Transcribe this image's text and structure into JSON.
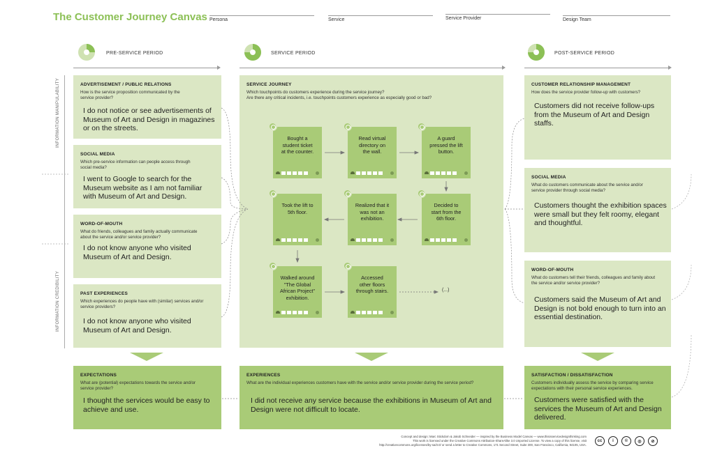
{
  "header": {
    "title": "The Customer Journey Canvas",
    "fields": [
      "Persona",
      "Service",
      "Service Provider",
      "Design Team"
    ]
  },
  "periods": {
    "pre": "PRE-SERVICE PERIOD",
    "service": "SERVICE PERIOD",
    "post": "POST-SERVICE PERIOD"
  },
  "side_labels": {
    "top": "INFORMATION MANIPULABILITY",
    "bottom": "INFORMATION CREDIBILITY"
  },
  "pre_boxes": [
    {
      "title": "ADVERTISEMENT / PUBLIC RELATIONS",
      "question": "How is the service proposition communicated by the service provider?",
      "answer": "I do not notice or see advertisements of Museum of Art and Design in magazines or on the streets."
    },
    {
      "title": "SOCIAL MEDIA",
      "question": "Which pre-service information can people access through social media?",
      "answer": "I went to Google to search for the Museum website as I am not familiar with Museum of Art and Design."
    },
    {
      "title": "WORD-OF-MOUTH",
      "question": "What do friends, colleagues and family actually communicate about the service and/or service provider?",
      "answer": "I do not know anyone who visited Museum of Art and Design."
    },
    {
      "title": "PAST EXPERIENCES",
      "question": "Which experiences do people have with (similar) services and/or service providers?",
      "answer": "I do not know anyone who visited Museum of Art and Design."
    }
  ],
  "service": {
    "title": "SERVICE JOURNEY",
    "question1": "Which touchpoints do customers experience during the service journey?",
    "question2": "Are there any critical incidents, i.e. touchpoints customers experience as especially good or bad?",
    "cards": [
      {
        "line1": "Bought a",
        "line2": "student ticket",
        "line3": "at the counter.",
        "line4": ""
      },
      {
        "line1": "Read virtual",
        "line2": "directory on",
        "line3": "the wall.",
        "line4": ""
      },
      {
        "line1": "A guard",
        "line2": "pressed the lift",
        "line3": "button.",
        "line4": ""
      },
      {
        "line1": "Took the lift to",
        "line2": "5th floor.",
        "line3": "",
        "line4": ""
      },
      {
        "line1": "Realized that it",
        "line2": "was not an",
        "line3": "exhibition.",
        "line4": ""
      },
      {
        "line1": "Decided to",
        "line2": "start from the",
        "line3": "6th floor.",
        "line4": ""
      },
      {
        "line1": "Walked around",
        "line2": "\"The Global",
        "line3": "African Project\"",
        "line4": "exhibition."
      },
      {
        "line1": "Accessed",
        "line2": "other floors",
        "line3": "through stairs.",
        "line4": ""
      }
    ],
    "ellipsis": "(...)"
  },
  "post_boxes": [
    {
      "title": "CUSTOMER RELATIONSHIP MANAGEMENT",
      "question": "How does the service provider follow-up with customers?",
      "answer": "Customers did not receive follow-ups from the Museum of Art and Design staffs."
    },
    {
      "title": "SOCIAL MEDIA",
      "question": "What do customers communicate about the service and/or service provider through social media?",
      "answer": "Customers thought the exhibition spaces were small but they felt roomy, elegant and thoughtful."
    },
    {
      "title": "WORD-OF-MOUTH",
      "question": "What do customers tell their friends, colleagues and family about the service and/or service provider?",
      "answer": "Customers said the Museum of Art and Design is not bold enough to turn into an essential destination."
    }
  ],
  "bottom_boxes": [
    {
      "title": "EXPECTATIONS",
      "question": "What are (potential) expectations towards the service and/or service provider?",
      "answer": "I thought the services would be easy to achieve and use."
    },
    {
      "title": "EXPERIENCES",
      "question": "What are the individual experiences customers have with the service and/or service provider during the service period?",
      "answer": "I did not receive any service because the exhibitions in Museum of Art and Design were not difficult to locate."
    },
    {
      "title": "SATISFACTION / DISSATISFACTION",
      "question": "Customers individually assess the service by comparing service expectations with their personal service experiences.",
      "answer": "Customers were satisfied with the services the Museum of Art and Design delivered."
    }
  ],
  "footer": {
    "line1": "Concept and design: Marc Stickdorn & Jakob Schneider — inspired by the Business Model Canvas — www.thisisservicedesignthinking.com",
    "line2": "This work is licensed under the Creative Commons Attribution-ShareAlike 3.0 Unported License. To view a copy of this license, visit",
    "line3": "http://creativecommons.org/licenses/by-sa/3.0/ or send a letter to Creative Commons, 171 Second Street, Suite 300, San Francisco, California, 94105, USA.",
    "cc_badges": [
      "cc",
      "i",
      "©",
      "◎",
      "⊘"
    ]
  },
  "colors": {
    "light_box": "#dbe7c4",
    "dark_box": "#a9cb77",
    "title_green": "#8cc056"
  }
}
